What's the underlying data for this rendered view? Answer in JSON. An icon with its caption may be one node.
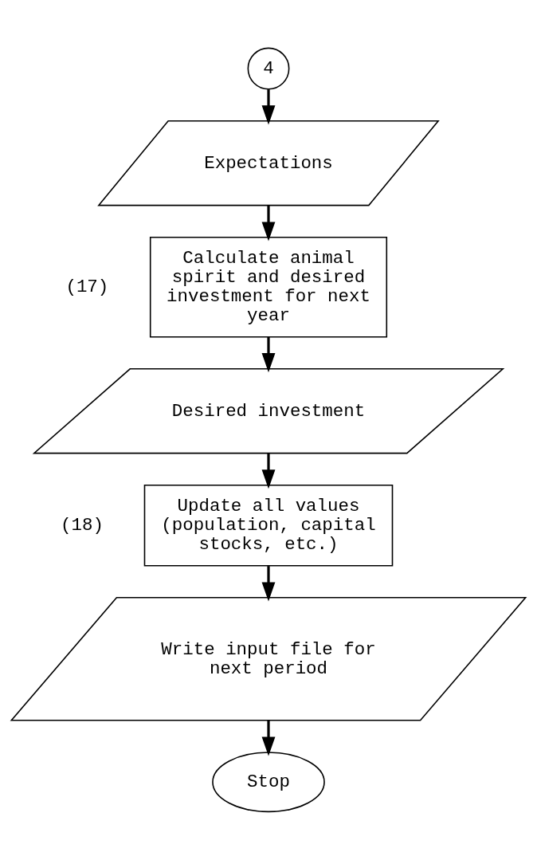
{
  "diagram": {
    "nodes": [
      {
        "text": [
          "4"
        ]
      },
      {
        "text": [
          "Expectations"
        ]
      },
      {
        "text": [
          "Calculate animal spirit and desired investment for next year"
        ],
        "beside": [
          "(17)"
        ]
      },
      {
        "text": [
          "Desired investment"
        ]
      },
      {
        "text": [
          "Update all values (population, capital stocks, etc.)"
        ],
        "beside": [
          "(18)"
        ]
      },
      {
        "text": [
          "Write input file for next period"
        ]
      },
      {
        "text": [
          "Stop"
        ]
      }
    ],
    "edges": [
      {
        "from": 0,
        "to": 1,
        "arrow": "to"
      },
      {
        "from": 1,
        "to": 2,
        "arrow": "to"
      },
      {
        "from": 2,
        "to": 3,
        "arrow": "to"
      },
      {
        "from": 3,
        "to": 4,
        "arrow": "to"
      },
      {
        "from": 4,
        "to": 5,
        "arrow": "to"
      },
      {
        "from": 5,
        "to": 6,
        "arrow": "to"
      }
    ]
  }
}
